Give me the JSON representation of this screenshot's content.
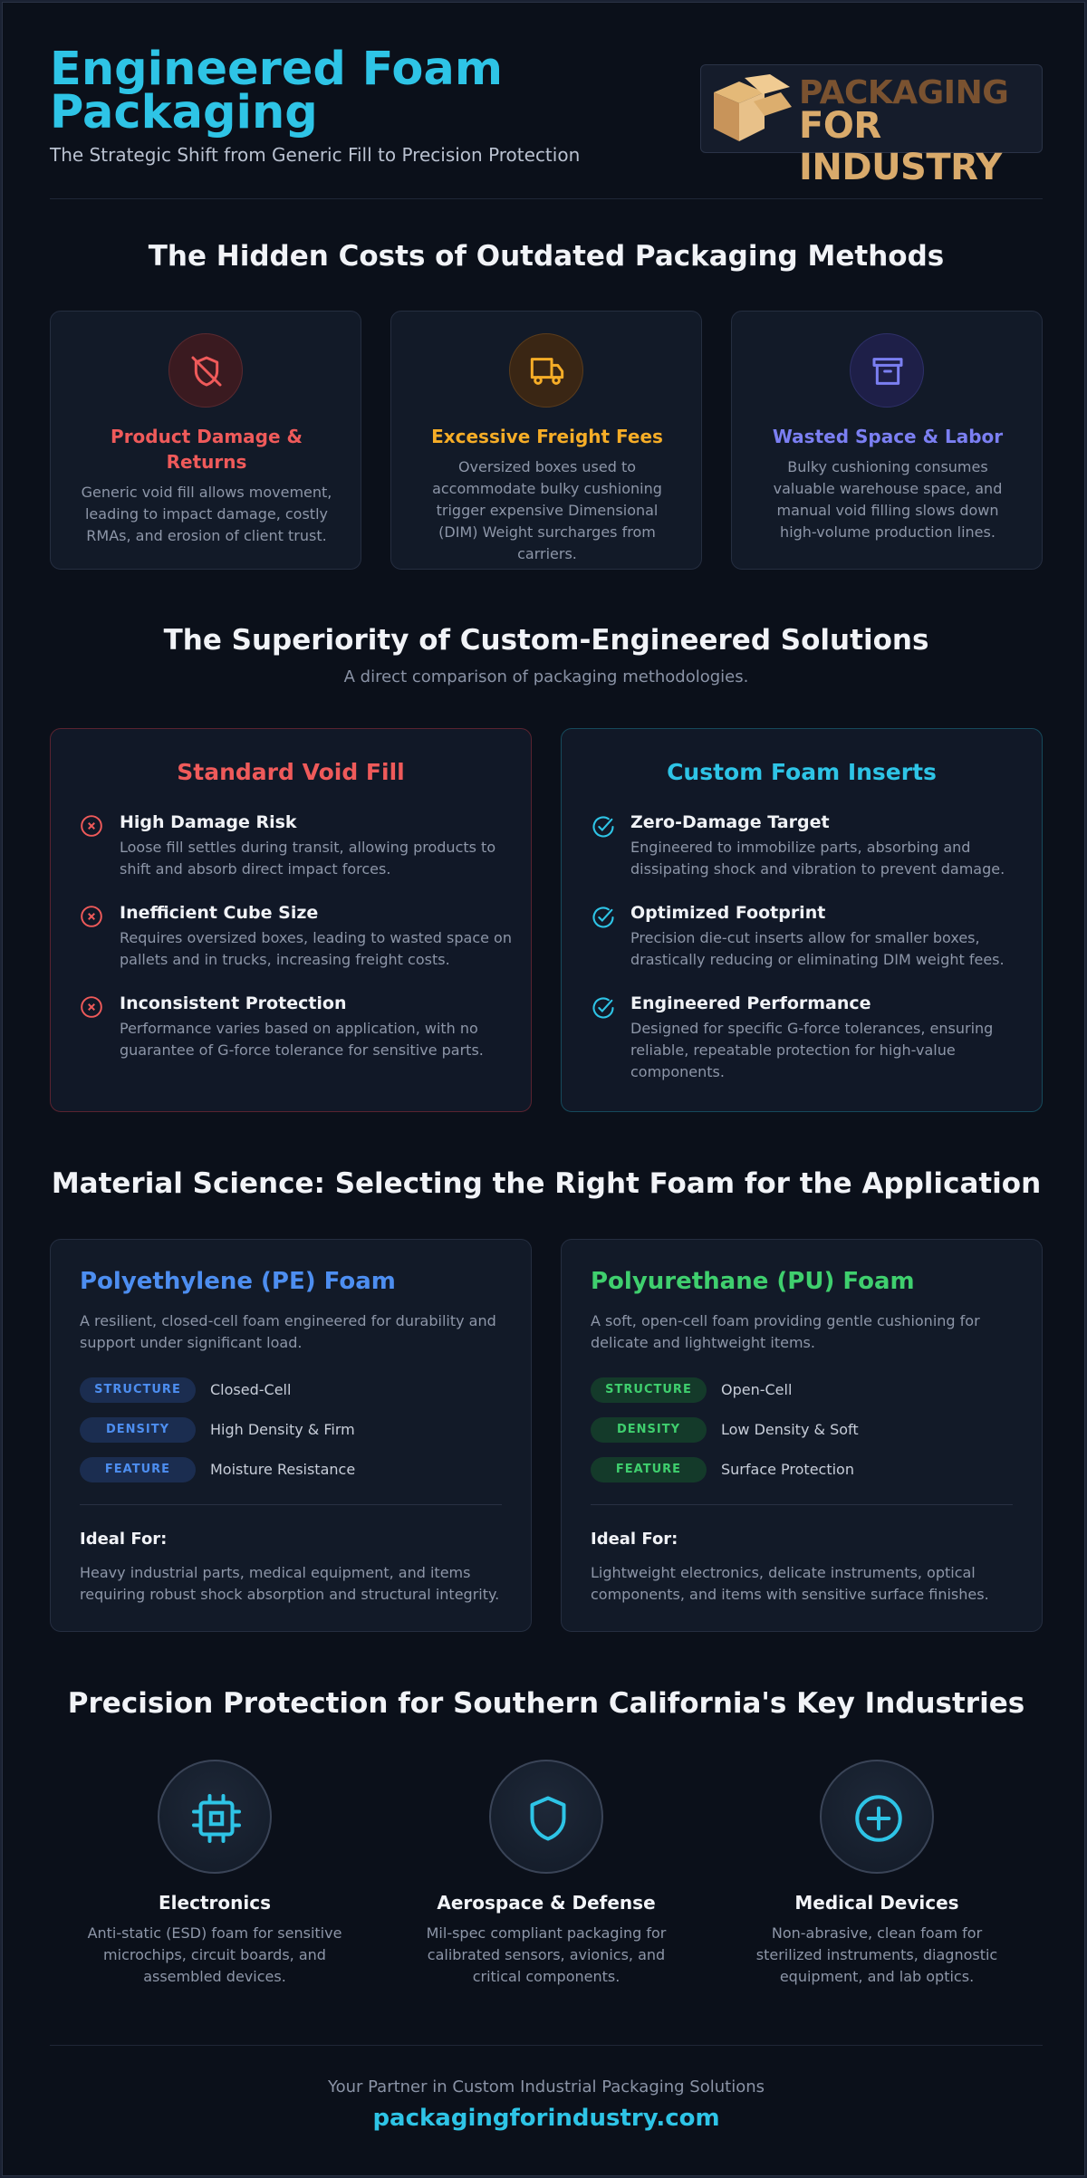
{
  "header": {
    "title": "Engineered Foam Packaging",
    "subtitle": "The Strategic Shift from Generic Fill to Precision Protection",
    "logo_line1": "PACKAGING",
    "logo_line2": "FOR INDUSTRY"
  },
  "costs": {
    "title": "The Hidden Costs of Outdated Packaging Methods",
    "cards": [
      {
        "icon": "shield-off-icon",
        "color": "#ef5a5a",
        "title": "Product Damage & Returns",
        "desc": "Generic void fill allows movement, leading to impact damage, costly RMAs, and erosion of client trust."
      },
      {
        "icon": "truck-icon",
        "color": "#f6ad27",
        "title": "Excessive Freight Fees",
        "desc": "Oversized boxes used to accommodate bulky cushioning trigger expensive Dimensional (DIM) Weight surcharges from carriers."
      },
      {
        "icon": "archive-box-icon",
        "color": "#7b7ff2",
        "title": "Wasted Space & Labor",
        "desc": "Bulky cushioning consumes valuable warehouse space, and manual void filling slows down high-volume production lines."
      }
    ]
  },
  "comparison": {
    "title": "The Superiority of Custom-Engineered Solutions",
    "subtitle": "A direct comparison of packaging methodologies.",
    "standard": {
      "title": "Standard Void Fill",
      "color": "#ef5a5a",
      "items": [
        {
          "title": "High Damage Risk",
          "desc": "Loose fill settles during transit, allowing products to shift and absorb direct impact forces."
        },
        {
          "title": "Inefficient Cube Size",
          "desc": "Requires oversized boxes, leading to wasted space on pallets and in trucks, increasing freight costs."
        },
        {
          "title": "Inconsistent Protection",
          "desc": "Performance varies based on application, with no guarantee of G-force tolerance for sensitive parts."
        }
      ]
    },
    "custom": {
      "title": "Custom Foam Inserts",
      "color": "#2ec4e6",
      "items": [
        {
          "title": "Zero-Damage Target",
          "desc": "Engineered to immobilize parts, absorbing and dissipating shock and vibration to prevent damage."
        },
        {
          "title": "Optimized Footprint",
          "desc": "Precision die-cut inserts allow for smaller boxes, drastically reducing or eliminating DIM weight fees."
        },
        {
          "title": "Engineered Performance",
          "desc": "Designed for specific G-force tolerances, ensuring reliable, repeatable protection for high-value components."
        }
      ]
    }
  },
  "materials": {
    "title": "Material Science: Selecting the Right Foam for the Application",
    "pe": {
      "title": "Polyethylene (PE) Foam",
      "color": "#4d8ef0",
      "desc": "A resilient, closed-cell foam engineered for durability and support under significant load.",
      "specs": [
        {
          "tag": "STRUCTURE",
          "value": "Closed-Cell"
        },
        {
          "tag": "DENSITY",
          "value": "High Density & Firm"
        },
        {
          "tag": "FEATURE",
          "value": "Moisture Resistance"
        }
      ],
      "ideal_label": "Ideal For:",
      "ideal": "Heavy industrial parts, medical equipment, and items requiring robust shock absorption and structural integrity."
    },
    "pu": {
      "title": "Polyurethane (PU) Foam",
      "color": "#3fcf6e",
      "desc": "A soft, open-cell foam providing gentle cushioning for delicate and lightweight items.",
      "specs": [
        {
          "tag": "STRUCTURE",
          "value": "Open-Cell"
        },
        {
          "tag": "DENSITY",
          "value": "Low Density & Soft"
        },
        {
          "tag": "FEATURE",
          "value": "Surface Protection"
        }
      ],
      "ideal_label": "Ideal For:",
      "ideal": "Lightweight electronics, delicate instruments, optical components, and items with sensitive surface finishes."
    }
  },
  "industries": {
    "title": "Precision Protection for Southern California's Key Industries",
    "items": [
      {
        "icon": "cpu-chip-icon",
        "title": "Electronics",
        "desc": "Anti-static (ESD) foam for sensitive microchips, circuit boards, and assembled devices."
      },
      {
        "icon": "shield-icon",
        "title": "Aerospace & Defense",
        "desc": "Mil-spec compliant packaging for calibrated sensors, avionics, and critical components."
      },
      {
        "icon": "plus-circle-icon",
        "title": "Medical Devices",
        "desc": "Non-abrasive, clean foam for sterilized instruments, diagnostic equipment, and lab optics."
      }
    ]
  },
  "footer": {
    "tagline": "Your Partner in Custom Industrial Packaging Solutions",
    "url": "packagingforindustry.com"
  }
}
